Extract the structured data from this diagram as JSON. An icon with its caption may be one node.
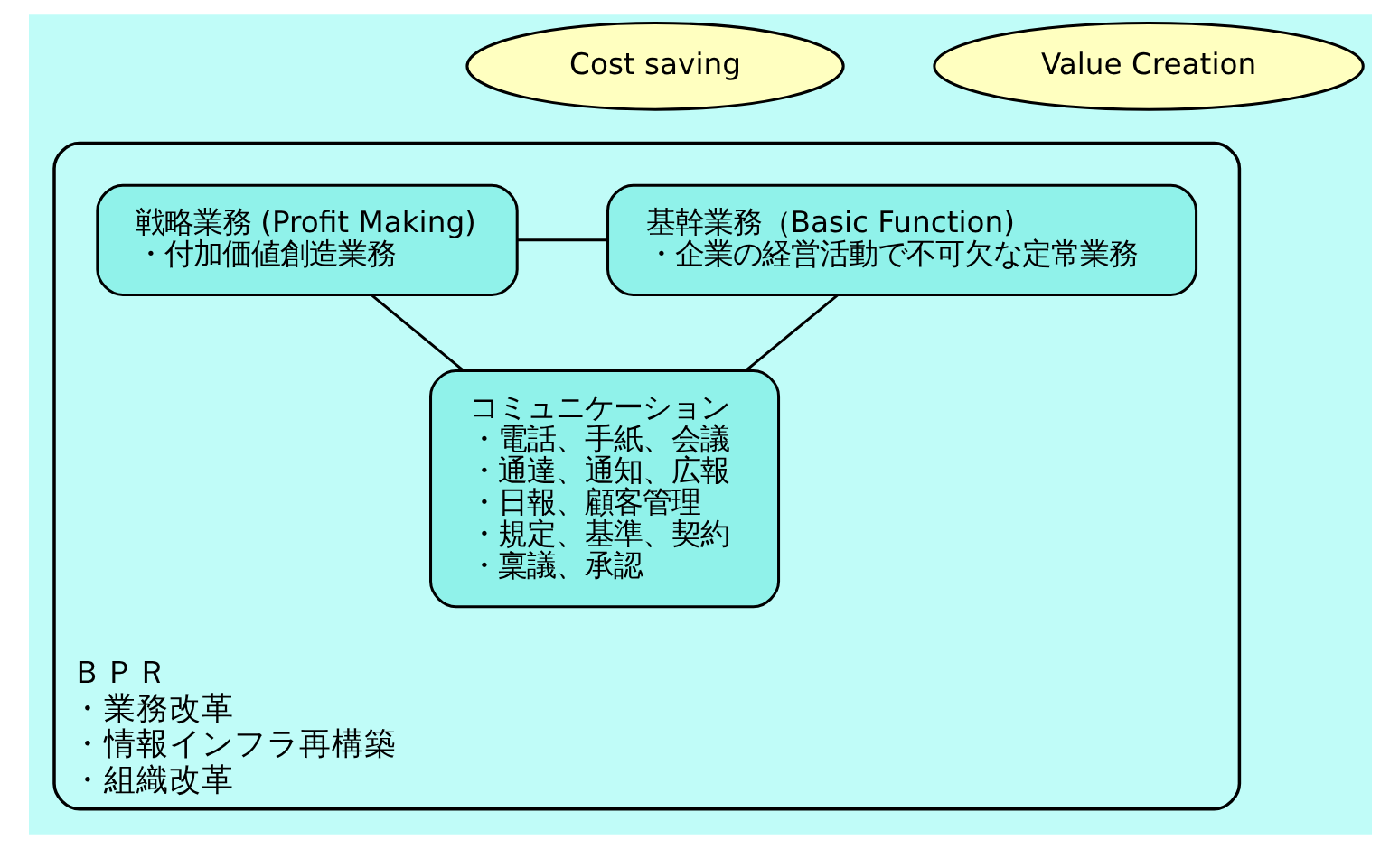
{
  "diagram": {
    "nodes": [
      {
        "text": [
          "Cost saving"
        ]
      },
      {
        "text": [
          "Value Creation"
        ]
      },
      {
        "text": [
          "ＢＰＲ",
          "・業務改革",
          "・情報インフラ再構築",
          "・組織改革"
        ]
      },
      {
        "text": [
          "基幹業務（Basic Function)",
          "・企業の経営活動で不可欠な定常業務"
        ],
        "in": 2
      },
      {
        "text": [
          "戦略業務 (Profit Making)",
          "・付加価値創造業務"
        ],
        "in": 2
      },
      {
        "text": [
          "コミュニケーション",
          "・電話、手紙、会議",
          "・通達、通知、広報",
          "・日報、顧客管理",
          "・規定、基準、契約",
          "・稟議、承認"
        ],
        "in": 2
      }
    ],
    "edges": [
      {
        "from": 3,
        "to": 4,
        "arrow": "none"
      },
      {
        "from": 3,
        "to": 5,
        "arrow": "none"
      },
      {
        "from": 4,
        "to": 5,
        "arrow": "none"
      }
    ]
  }
}
